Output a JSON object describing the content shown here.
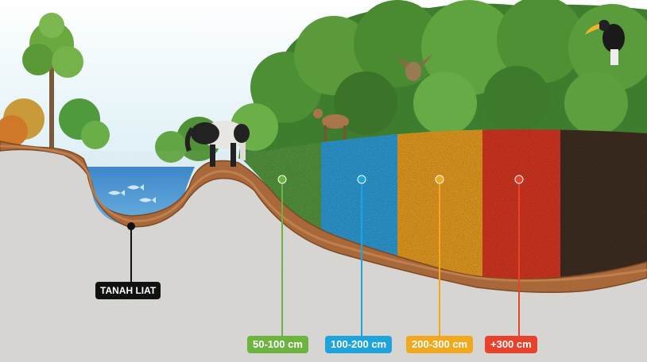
{
  "clay_label": "TANAH LIAT",
  "depth_labels": [
    {
      "text": "50-100 cm",
      "color": "#6db33f"
    },
    {
      "text": "100-200 cm",
      "color": "#1fa3dc"
    },
    {
      "text": "200-300 cm",
      "color": "#f2a81d"
    },
    {
      "text": "+300 cm",
      "color": "#e8412c"
    }
  ],
  "colors": {
    "peat_green": "#4e8a3a",
    "peat_blue": "#2a8fc4",
    "peat_yellow": "#d4901f",
    "peat_red": "#c4321e",
    "peat_dark": "#3a2a1f",
    "clay_brown": "#a8683a",
    "ground": "#d8d6d3",
    "water": "#4a8fcc"
  }
}
